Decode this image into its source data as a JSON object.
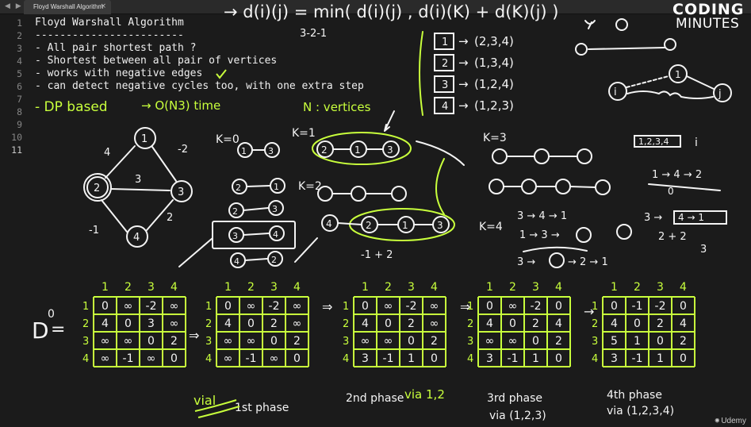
{
  "tab": {
    "title": "Floyd Warshall Algorithm",
    "nav": "◀ ▶",
    "close": "×"
  },
  "editor": {
    "line_numbers": [
      "1",
      "2",
      "3",
      "4",
      "5",
      "6",
      "7",
      "8",
      "9",
      "10",
      "11"
    ],
    "lines": [
      "Floyd Warshall Algorithm",
      "------------------------",
      "- All pair shortest path ?",
      "- Shortest between all pair of vertices",
      "- works with negative edges",
      "- can detect negative cycles too, with one extra step",
      "",
      "",
      "",
      "",
      ""
    ]
  },
  "brand": {
    "line1": "CODING",
    "line2": "MINUTES"
  },
  "watermark": "Udemy",
  "annotations": {
    "formula": "→ d(i)(j) = min( d(i)(j) , d(i)(K) + d(K)(j) )",
    "dp": "- DP based",
    "time": "→ O(N3) time",
    "vertices": "N : vertices",
    "seq": "3-2-1",
    "via_list": [
      [
        "1",
        "(2,3,4)"
      ],
      [
        "2",
        "(1,3,4)"
      ],
      [
        "3",
        "(1,2,4)"
      ],
      [
        "4",
        "(1,2,3)"
      ]
    ],
    "k0": "K=0",
    "k1": "K=1",
    "k2": "K=2",
    "k3": "K=3",
    "k4": "K=4",
    "d0": "D",
    "phases": [
      {
        "main": "vial",
        "sub": "1st phase"
      },
      {
        "main": "2nd phase",
        "sub": "via 1,2"
      },
      {
        "main": "3rd phase",
        "sub": "via (1,2,3)"
      },
      {
        "main": "4th phase",
        "sub": "via (1,2,3,4)"
      }
    ],
    "matrix_headers": [
      "1",
      "2",
      "3",
      "4"
    ],
    "matrices": [
      [
        [
          "0",
          "∞",
          "-2",
          "∞"
        ],
        [
          "4",
          "0",
          "3",
          "∞"
        ],
        [
          "∞",
          "∞",
          "0",
          "2"
        ],
        [
          "∞",
          "-1",
          "∞",
          "0"
        ]
      ],
      [
        [
          "0",
          "∞",
          "-2",
          "∞"
        ],
        [
          "4",
          "0",
          "2",
          "∞"
        ],
        [
          "∞",
          "∞",
          "0",
          "2"
        ],
        [
          "∞",
          "-1",
          "∞",
          "0"
        ]
      ],
      [
        [
          "0",
          "∞",
          "-2",
          "∞"
        ],
        [
          "4",
          "0",
          "2",
          "∞"
        ],
        [
          "∞",
          "∞",
          "0",
          "2"
        ],
        [
          "3",
          "-1",
          "1",
          "0"
        ]
      ],
      [
        [
          "0",
          "∞",
          "-2",
          "0"
        ],
        [
          "4",
          "0",
          "2",
          "4"
        ],
        [
          "∞",
          "∞",
          "0",
          "2"
        ],
        [
          "3",
          "-1",
          "1",
          "0"
        ]
      ],
      [
        [
          "0",
          "-1",
          "-2",
          "0"
        ],
        [
          "4",
          "0",
          "2",
          "4"
        ],
        [
          "5",
          "1",
          "0",
          "2"
        ],
        [
          "3",
          "-1",
          "1",
          "0"
        ]
      ]
    ]
  },
  "colors": {
    "bg": "#1b1b1b",
    "ink": "#f4f4f4",
    "green": "#c8ff3c",
    "muted": "#858585"
  }
}
